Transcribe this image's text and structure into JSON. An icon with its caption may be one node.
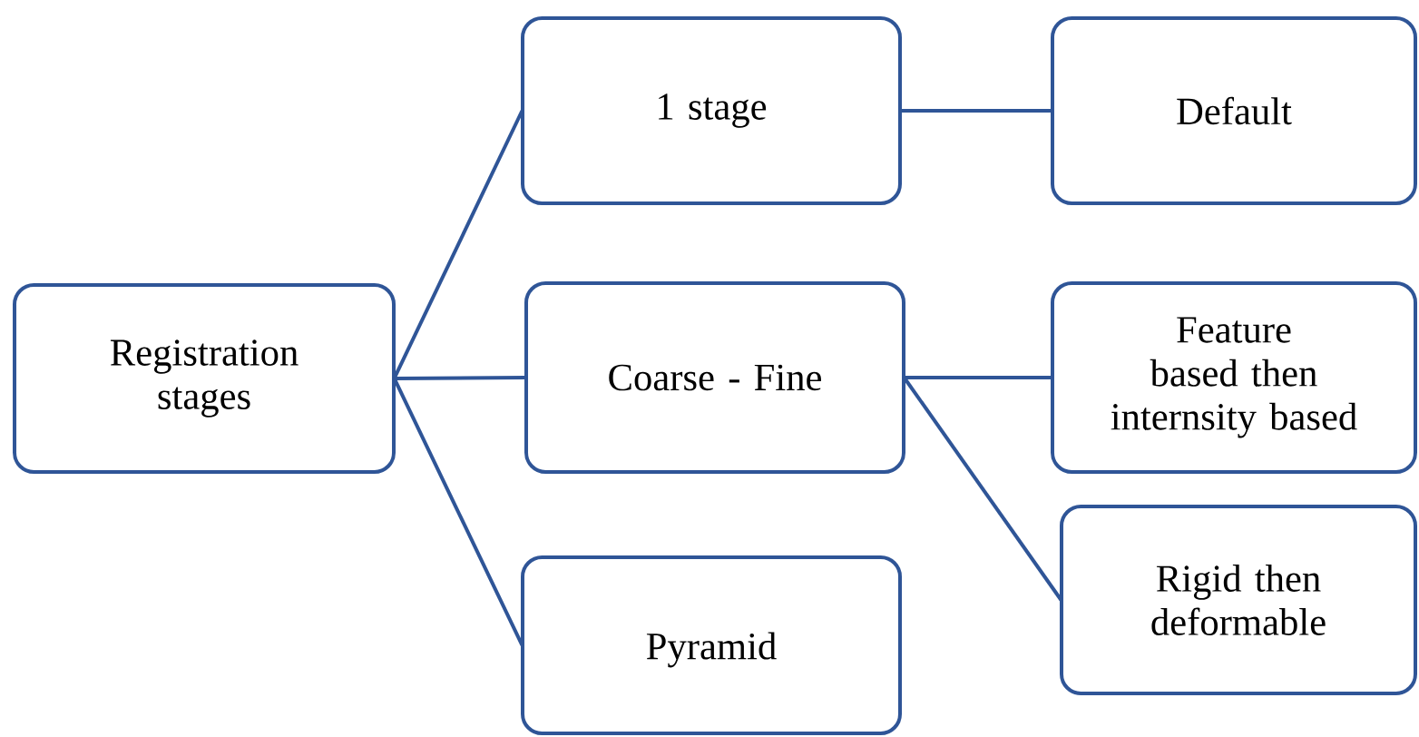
{
  "diagram": {
    "nodes": [
      {
        "text": [
          "Registration stages"
        ]
      },
      {
        "text": [
          "1 stage"
        ]
      },
      {
        "text": [
          "Coarse - Fine"
        ]
      },
      {
        "text": [
          "Pyramid"
        ]
      },
      {
        "text": [
          "Default"
        ]
      },
      {
        "text": [
          "Feature based then internsity based"
        ]
      },
      {
        "text": [
          "Rigid then deformable"
        ]
      }
    ],
    "edges": [
      {
        "from": 0,
        "to": 1,
        "arrow": "none"
      },
      {
        "from": 0,
        "to": 2,
        "arrow": "none"
      },
      {
        "from": 0,
        "to": 3,
        "arrow": "none"
      },
      {
        "from": 1,
        "to": 4,
        "arrow": "none"
      },
      {
        "from": 2,
        "to": 5,
        "arrow": "none"
      },
      {
        "from": 2,
        "to": 6,
        "arrow": "none"
      }
    ]
  }
}
